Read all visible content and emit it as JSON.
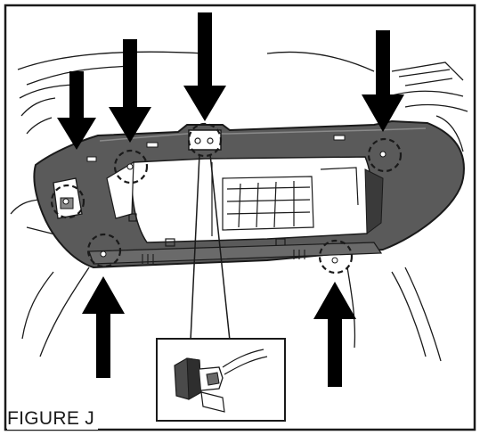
{
  "figure": {
    "caption": "FIGURE J"
  },
  "colors": {
    "ink": "#1a1a1a",
    "panel": "#5a5a5a",
    "panel_dark": "#3a3a3a",
    "background": "#ffffff"
  },
  "callouts": {
    "screw_locations": 6,
    "arrow_directions": [
      "down",
      "down",
      "down",
      "down",
      "up",
      "up"
    ],
    "inset_detail": "clip-connector"
  }
}
